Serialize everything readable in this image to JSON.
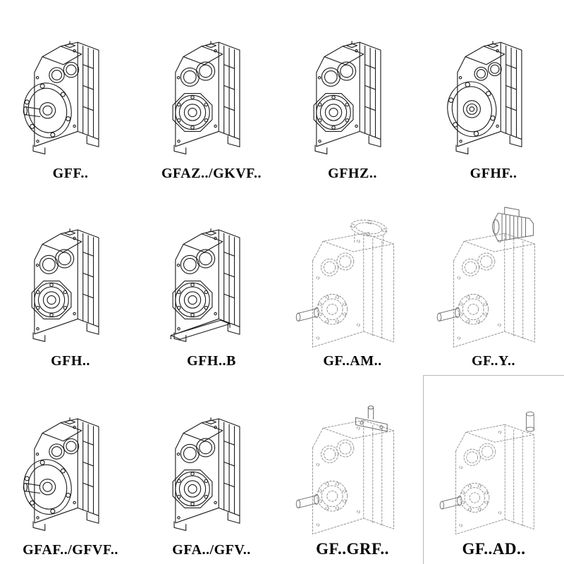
{
  "page": {
    "background": "#ffffff",
    "label_color": "#000000",
    "line_color_solid": "#1c1c1c",
    "line_color_dashed": "#8f8f8f"
  },
  "cells": [
    {
      "id": "gff",
      "label": "GFF..",
      "variant": "solid-flange-with-shaft"
    },
    {
      "id": "gfaz-gkvf",
      "label": "GFAZ../GKVF..",
      "variant": "solid-hollow-shaft"
    },
    {
      "id": "gfhz",
      "label": "GFHZ..",
      "variant": "solid-hollow-shaft"
    },
    {
      "id": "gfhf",
      "label": "GFHF..",
      "variant": "solid-flange-hollow"
    },
    {
      "id": "gfh",
      "label": "GFH..",
      "variant": "solid-hollow-shaft"
    },
    {
      "id": "gfh-b",
      "label": "GFH..B",
      "variant": "solid-hollow-shaft-base"
    },
    {
      "id": "gf-am",
      "label": "GF..AM..",
      "variant": "dashed-top-flange-adapter"
    },
    {
      "id": "gf-y",
      "label": "GF..Y..",
      "variant": "dashed-with-motor"
    },
    {
      "id": "gfaf-gfvf",
      "label": "GFAF../GFVF..",
      "variant": "solid-flange-with-shaft"
    },
    {
      "id": "gfa-gfv",
      "label": "GFA../GFV..",
      "variant": "solid-hollow-shaft"
    },
    {
      "id": "gf-grf",
      "label": "GF..GRF..",
      "variant": "dashed-top-bracket"
    },
    {
      "id": "gf-ad",
      "label": "GF..AD..",
      "variant": "dashed-top-input-shaft"
    }
  ]
}
